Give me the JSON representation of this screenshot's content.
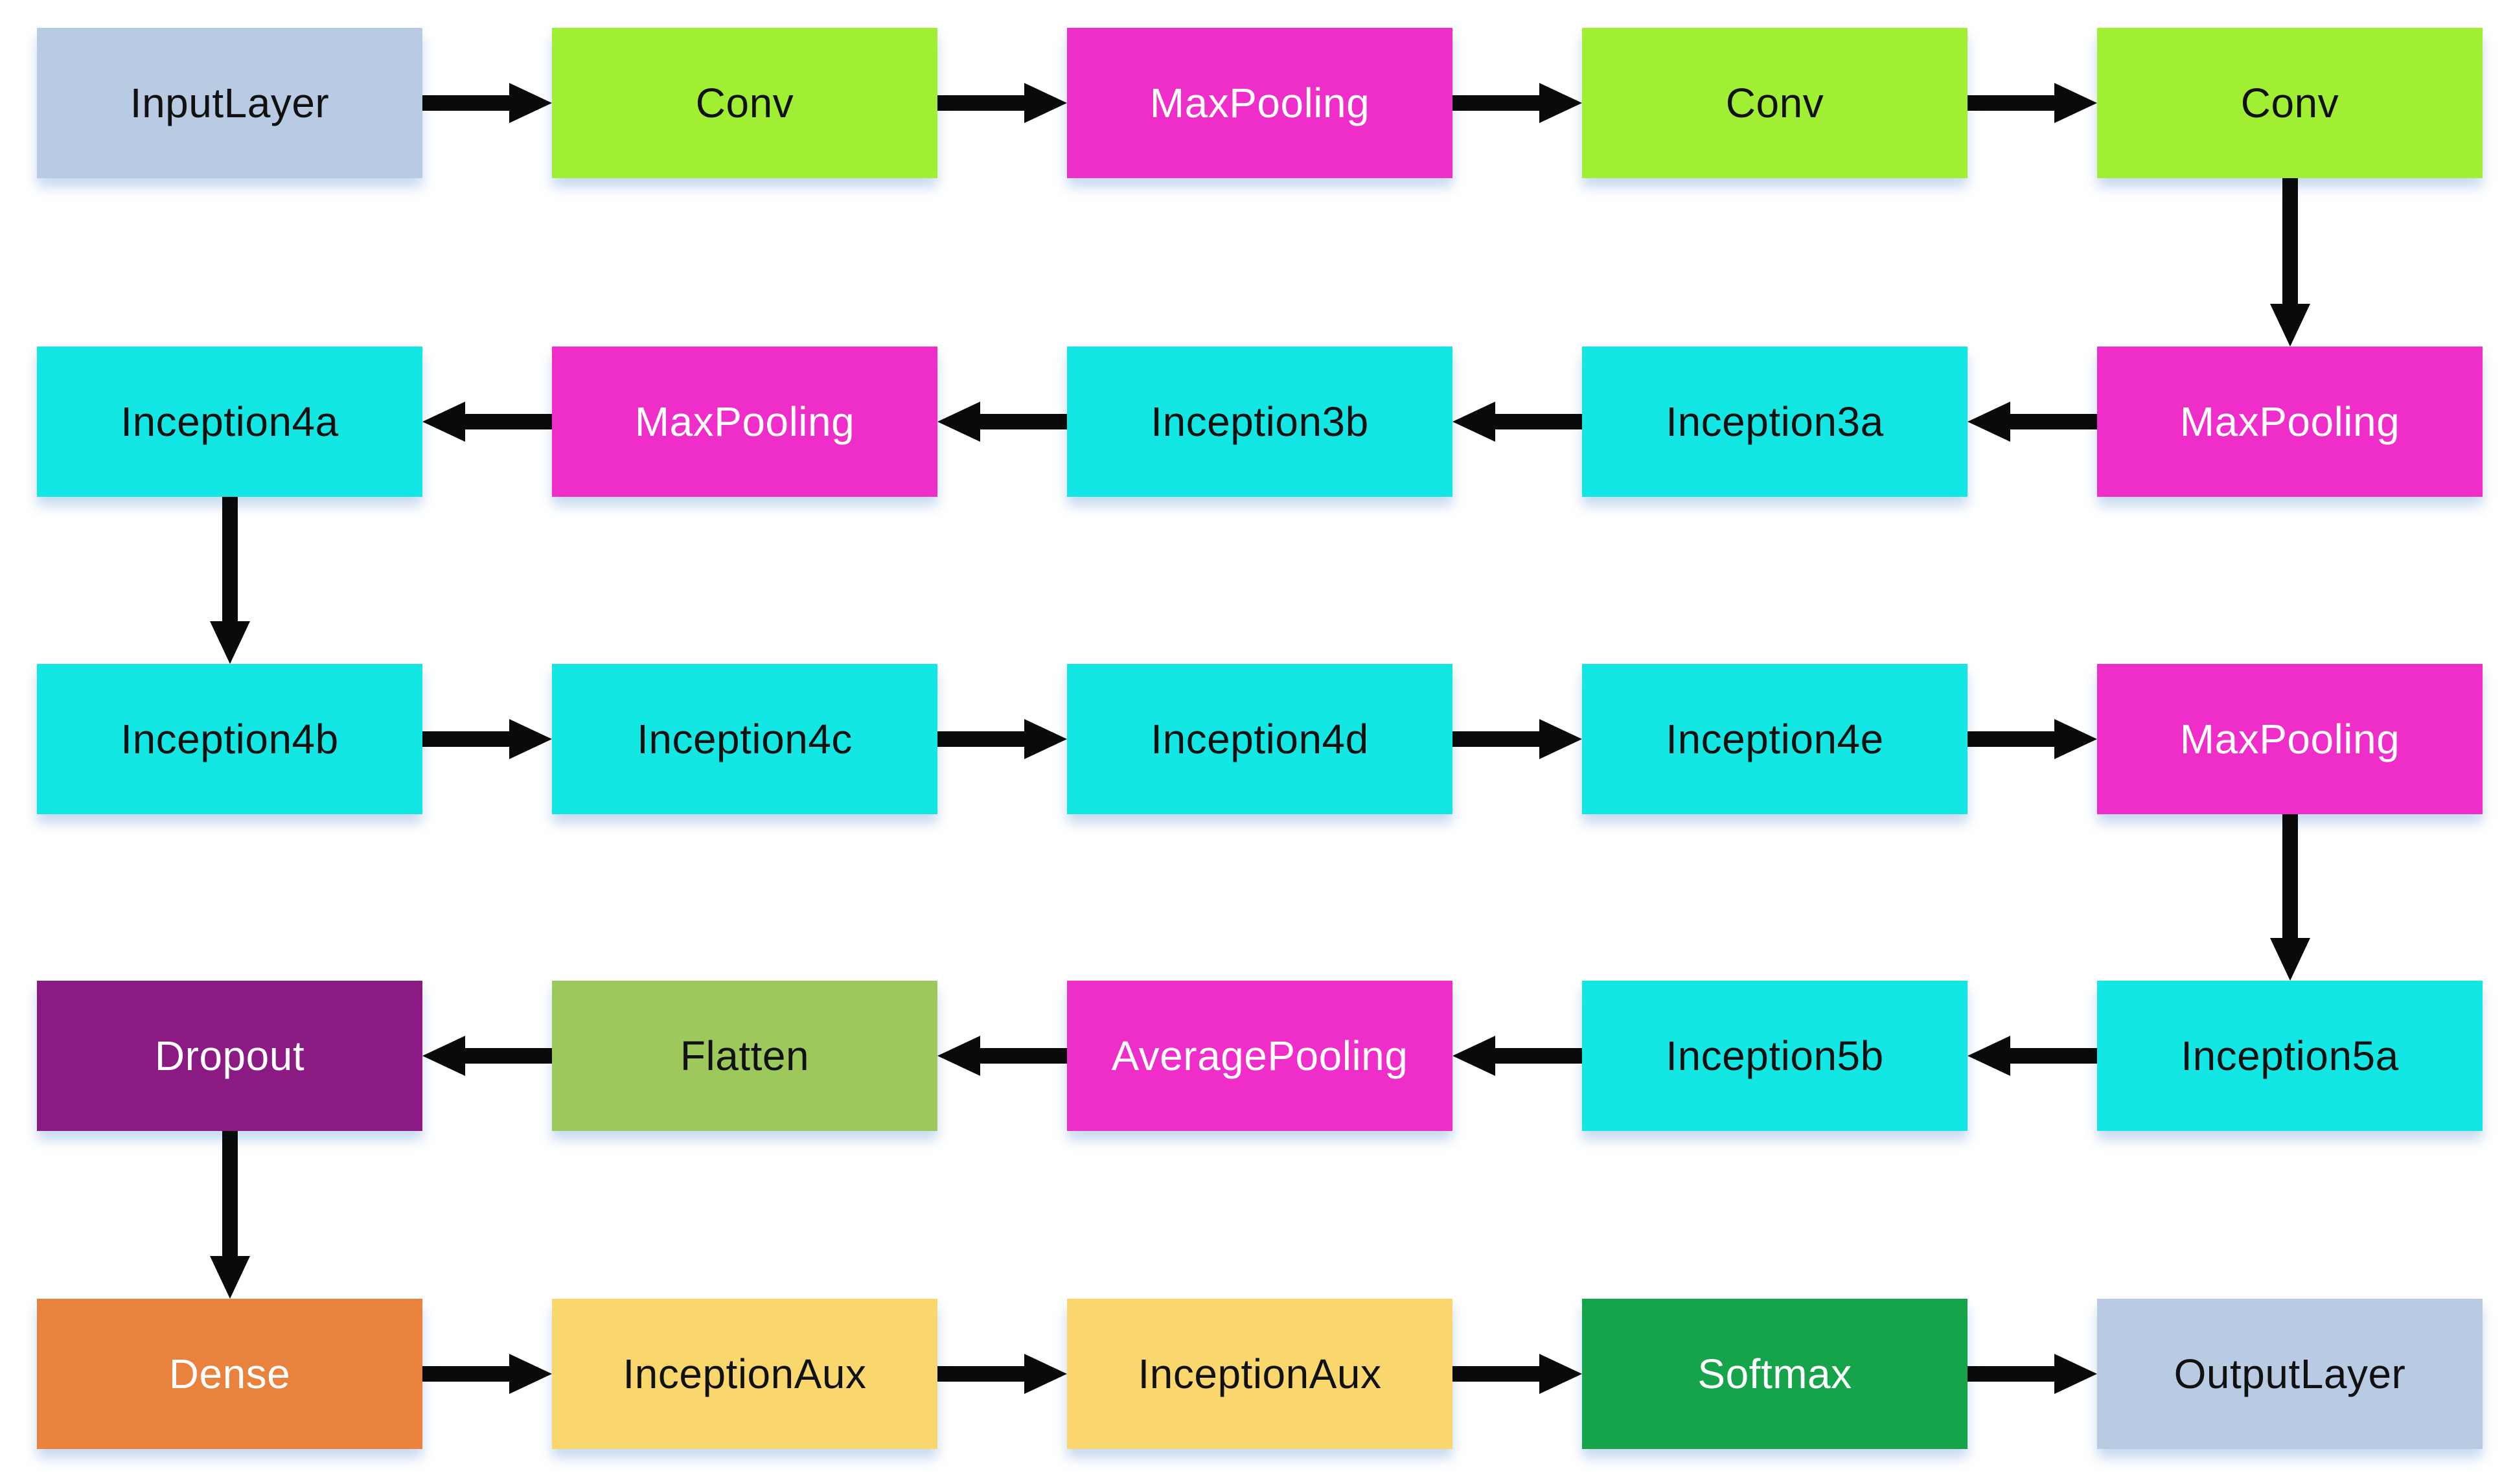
{
  "diagram": {
    "title": "GoogLeNet / Inception CNN architecture flowchart",
    "background": "#ffffff",
    "arrow_color": "#0a0a0a"
  },
  "palette": {
    "io_layer": "#b8cbe3",
    "conv": "#a0ef33",
    "pooling": "#ef2dc8",
    "inception": "#12e7e3",
    "dropout": "#8b1b82",
    "flatten": "#9cc85c",
    "dense": "#e8823c",
    "inception_aux": "#f9d76d",
    "softmax": "#16a44a",
    "text_dark": "#111111",
    "text_light": "#ffffff"
  },
  "nodes": [
    {
      "id": "input",
      "label": "InputLayer",
      "row": 0,
      "col": 0,
      "bg": "#b8cbe3",
      "fg": "#111111"
    },
    {
      "id": "conv1",
      "label": "Conv",
      "row": 0,
      "col": 1,
      "bg": "#a0ef33",
      "fg": "#111111"
    },
    {
      "id": "maxpool1",
      "label": "MaxPooling",
      "row": 0,
      "col": 2,
      "bg": "#ef2dc8",
      "fg": "#ffffff"
    },
    {
      "id": "conv2",
      "label": "Conv",
      "row": 0,
      "col": 3,
      "bg": "#a0ef33",
      "fg": "#111111"
    },
    {
      "id": "conv3",
      "label": "Conv",
      "row": 0,
      "col": 4,
      "bg": "#a0ef33",
      "fg": "#111111"
    },
    {
      "id": "inception4a",
      "label": "Inception4a",
      "row": 1,
      "col": 0,
      "bg": "#12e7e3",
      "fg": "#111111"
    },
    {
      "id": "maxpool3",
      "label": "MaxPooling",
      "row": 1,
      "col": 1,
      "bg": "#ef2dc8",
      "fg": "#ffffff"
    },
    {
      "id": "inception3b",
      "label": "Inception3b",
      "row": 1,
      "col": 2,
      "bg": "#12e7e3",
      "fg": "#111111"
    },
    {
      "id": "inception3a",
      "label": "Inception3a",
      "row": 1,
      "col": 3,
      "bg": "#12e7e3",
      "fg": "#111111"
    },
    {
      "id": "maxpool2",
      "label": "MaxPooling",
      "row": 1,
      "col": 4,
      "bg": "#ef2dc8",
      "fg": "#ffffff"
    },
    {
      "id": "inception4b",
      "label": "Inception4b",
      "row": 2,
      "col": 0,
      "bg": "#12e7e3",
      "fg": "#111111"
    },
    {
      "id": "inception4c",
      "label": "Inception4c",
      "row": 2,
      "col": 1,
      "bg": "#12e7e3",
      "fg": "#111111"
    },
    {
      "id": "inception4d",
      "label": "Inception4d",
      "row": 2,
      "col": 2,
      "bg": "#12e7e3",
      "fg": "#111111"
    },
    {
      "id": "inception4e",
      "label": "Inception4e",
      "row": 2,
      "col": 3,
      "bg": "#12e7e3",
      "fg": "#111111"
    },
    {
      "id": "maxpool4",
      "label": "MaxPooling",
      "row": 2,
      "col": 4,
      "bg": "#ef2dc8",
      "fg": "#ffffff"
    },
    {
      "id": "dropout",
      "label": "Dropout",
      "row": 3,
      "col": 0,
      "bg": "#8b1b82",
      "fg": "#ffffff"
    },
    {
      "id": "flatten",
      "label": "Flatten",
      "row": 3,
      "col": 1,
      "bg": "#9cc85c",
      "fg": "#111111"
    },
    {
      "id": "avgpool",
      "label": "AveragePooling",
      "row": 3,
      "col": 2,
      "bg": "#ef2dc8",
      "fg": "#ffffff"
    },
    {
      "id": "inception5b",
      "label": "Inception5b",
      "row": 3,
      "col": 3,
      "bg": "#12e7e3",
      "fg": "#111111"
    },
    {
      "id": "inception5a",
      "label": "Inception5a",
      "row": 3,
      "col": 4,
      "bg": "#12e7e3",
      "fg": "#111111"
    },
    {
      "id": "dense",
      "label": "Dense",
      "row": 4,
      "col": 0,
      "bg": "#e8823c",
      "fg": "#ffffff"
    },
    {
      "id": "aux1",
      "label": "InceptionAux",
      "row": 4,
      "col": 1,
      "bg": "#f9d76d",
      "fg": "#111111"
    },
    {
      "id": "aux2",
      "label": "InceptionAux",
      "row": 4,
      "col": 2,
      "bg": "#f9d76d",
      "fg": "#111111"
    },
    {
      "id": "softmax",
      "label": "Softmax",
      "row": 4,
      "col": 3,
      "bg": "#16a44a",
      "fg": "#ffffff"
    },
    {
      "id": "output",
      "label": "OutputLayer",
      "row": 4,
      "col": 4,
      "bg": "#b8cbe3",
      "fg": "#111111"
    }
  ],
  "edges": [
    {
      "from": "input",
      "to": "conv1",
      "dir": "right"
    },
    {
      "from": "conv1",
      "to": "maxpool1",
      "dir": "right"
    },
    {
      "from": "maxpool1",
      "to": "conv2",
      "dir": "right"
    },
    {
      "from": "conv2",
      "to": "conv3",
      "dir": "right"
    },
    {
      "from": "conv3",
      "to": "maxpool2",
      "dir": "down"
    },
    {
      "from": "maxpool2",
      "to": "inception3a",
      "dir": "left"
    },
    {
      "from": "inception3a",
      "to": "inception3b",
      "dir": "left"
    },
    {
      "from": "inception3b",
      "to": "maxpool3",
      "dir": "left"
    },
    {
      "from": "maxpool3",
      "to": "inception4a",
      "dir": "left"
    },
    {
      "from": "inception4a",
      "to": "inception4b",
      "dir": "down"
    },
    {
      "from": "inception4b",
      "to": "inception4c",
      "dir": "right"
    },
    {
      "from": "inception4c",
      "to": "inception4d",
      "dir": "right"
    },
    {
      "from": "inception4d",
      "to": "inception4e",
      "dir": "right"
    },
    {
      "from": "inception4e",
      "to": "maxpool4",
      "dir": "right"
    },
    {
      "from": "maxpool4",
      "to": "inception5a",
      "dir": "down"
    },
    {
      "from": "inception5a",
      "to": "inception5b",
      "dir": "left"
    },
    {
      "from": "inception5b",
      "to": "avgpool",
      "dir": "left"
    },
    {
      "from": "avgpool",
      "to": "flatten",
      "dir": "left"
    },
    {
      "from": "flatten",
      "to": "dropout",
      "dir": "left"
    },
    {
      "from": "dropout",
      "to": "dense",
      "dir": "down"
    },
    {
      "from": "dense",
      "to": "aux1",
      "dir": "right"
    },
    {
      "from": "aux1",
      "to": "aux2",
      "dir": "right"
    },
    {
      "from": "aux2",
      "to": "softmax",
      "dir": "right"
    },
    {
      "from": "softmax",
      "to": "output",
      "dir": "right"
    }
  ]
}
